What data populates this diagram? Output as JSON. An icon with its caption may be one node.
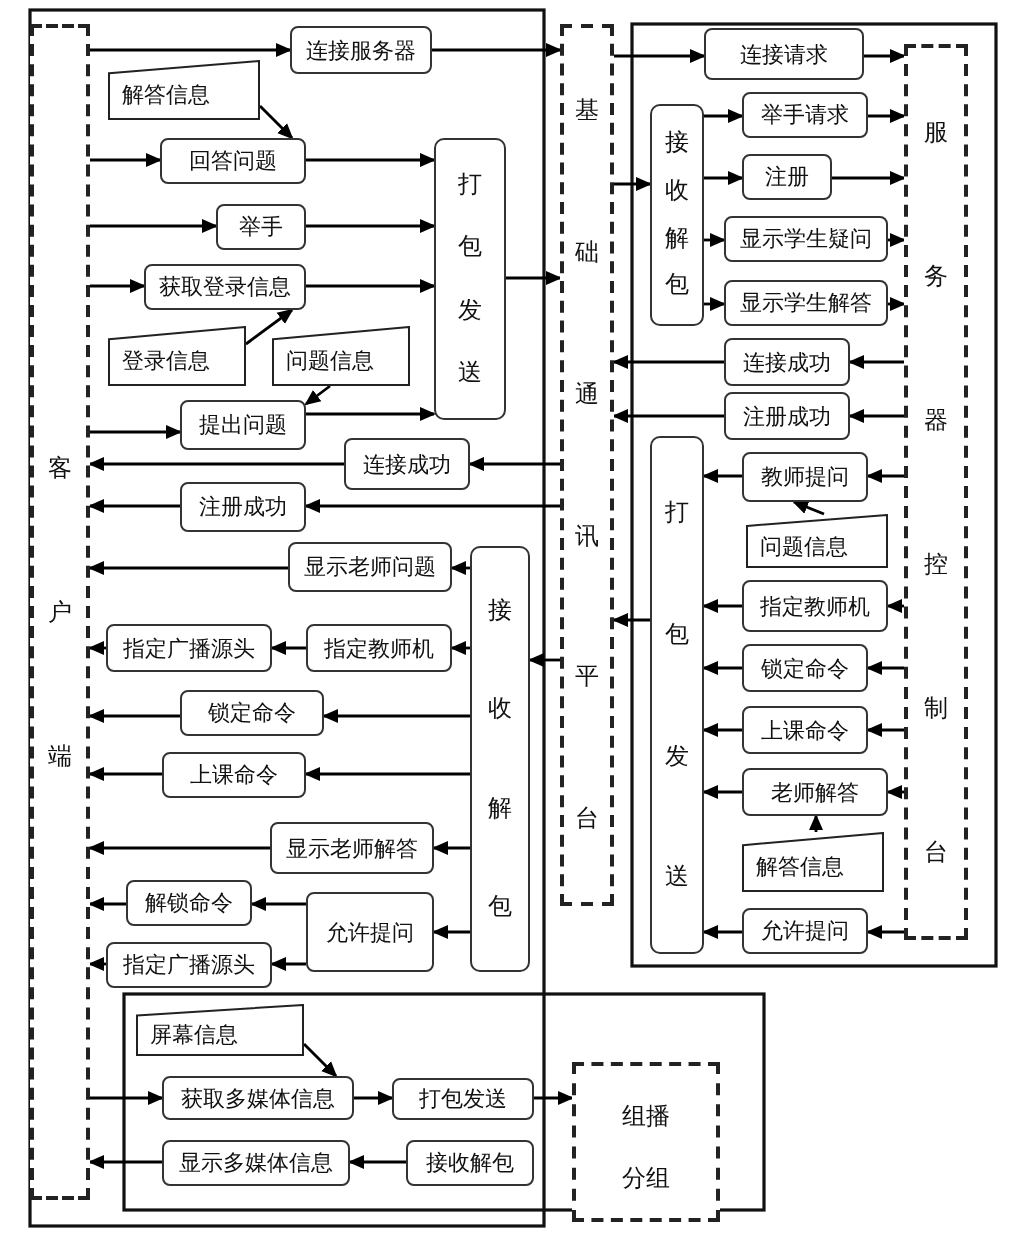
{
  "diagram": {
    "nodes": [
      {
        "text": [
          "客户端"
        ]
      },
      {
        "text": [
          "连接服务器"
        ]
      },
      {
        "text": [
          "解答信息"
        ]
      },
      {
        "text": [
          "回答问题"
        ]
      },
      {
        "text": [
          "举手"
        ]
      },
      {
        "text": [
          "获取登录信息"
        ]
      },
      {
        "text": [
          "登录信息"
        ]
      },
      {
        "text": [
          "问题信息"
        ]
      },
      {
        "text": [
          "提出问题"
        ]
      },
      {
        "text": [
          "打包发送"
        ]
      },
      {
        "text": [
          "连接成功"
        ]
      },
      {
        "text": [
          "注册成功"
        ]
      },
      {
        "text": [
          "显示老师问题"
        ]
      },
      {
        "text": [
          "指定广播源头"
        ]
      },
      {
        "text": [
          "指定教师机"
        ]
      },
      {
        "text": [
          "接收解包"
        ]
      },
      {
        "text": [
          "锁定命令"
        ]
      },
      {
        "text": [
          "上课命令"
        ]
      },
      {
        "text": [
          "显示老师解答"
        ]
      },
      {
        "text": [
          "解锁命令"
        ]
      },
      {
        "text": [
          "允许提问"
        ]
      },
      {
        "text": [
          "指定广播源头"
        ]
      },
      {
        "text": [
          "基础通讯平台"
        ]
      },
      {
        "text": [
          "连接请求"
        ]
      },
      {
        "text": [
          "接收解包"
        ]
      },
      {
        "text": [
          "举手请求"
        ]
      },
      {
        "text": [
          "注册"
        ]
      },
      {
        "text": [
          "显示学生疑问"
        ]
      },
      {
        "text": [
          "显示学生解答"
        ]
      },
      {
        "text": [
          "服务器控制台"
        ]
      },
      {
        "text": [
          "连接成功"
        ]
      },
      {
        "text": [
          "注册成功"
        ]
      },
      {
        "text": [
          "打包发送"
        ]
      },
      {
        "text": [
          "教师提问"
        ]
      },
      {
        "text": [
          "问题信息"
        ]
      },
      {
        "text": [
          "指定教师机"
        ]
      },
      {
        "text": [
          "锁定命令"
        ]
      },
      {
        "text": [
          "上课命令"
        ]
      },
      {
        "text": [
          "老师解答"
        ]
      },
      {
        "text": [
          "解答信息"
        ]
      },
      {
        "text": [
          "允许提问"
        ]
      },
      {
        "text": [
          "屏幕信息"
        ]
      },
      {
        "text": [
          "获取多媒体信息"
        ]
      },
      {
        "text": [
          "打包发送"
        ]
      },
      {
        "text": [
          "显示多媒体信息"
        ]
      },
      {
        "text": [
          "接收解包"
        ]
      },
      {
        "text": [
          "组播分组"
        ]
      }
    ],
    "edges": [
      {
        "from": 0,
        "to": 1,
        "arrow": "to"
      },
      {
        "from": 1,
        "to": 22,
        "arrow": "to"
      },
      {
        "from": 2,
        "to": 3,
        "arrow": "to"
      },
      {
        "from": 0,
        "to": 3,
        "arrow": "to"
      },
      {
        "from": 3,
        "to": 9,
        "arrow": "to"
      },
      {
        "from": 0,
        "to": 4,
        "arrow": "to"
      },
      {
        "from": 4,
        "to": 9,
        "arrow": "to"
      },
      {
        "from": 0,
        "to": 5,
        "arrow": "to"
      },
      {
        "from": 5,
        "to": 9,
        "arrow": "to"
      },
      {
        "from": 6,
        "to": 5,
        "arrow": "to"
      },
      {
        "from": 9,
        "to": 22,
        "arrow": "to"
      },
      {
        "from": 7,
        "to": 8,
        "arrow": "to"
      },
      {
        "from": 0,
        "to": 8,
        "arrow": "to"
      },
      {
        "from": 8,
        "to": 9,
        "arrow": "to"
      },
      {
        "from": 22,
        "to": 10,
        "arrow": "to"
      },
      {
        "from": 10,
        "to": 0,
        "arrow": "to"
      },
      {
        "from": 22,
        "to": 11,
        "arrow": "to"
      },
      {
        "from": 11,
        "to": 0,
        "arrow": "to"
      },
      {
        "from": 15,
        "to": 12,
        "arrow": "to"
      },
      {
        "from": 12,
        "to": 0,
        "arrow": "to"
      },
      {
        "from": 15,
        "to": 14,
        "arrow": "to"
      },
      {
        "from": 14,
        "to": 13,
        "arrow": "to"
      },
      {
        "from": 13,
        "to": 0,
        "arrow": "to"
      },
      {
        "from": 22,
        "to": 15,
        "arrow": "to"
      },
      {
        "from": 15,
        "to": 16,
        "arrow": "to"
      },
      {
        "from": 16,
        "to": 0,
        "arrow": "to"
      },
      {
        "from": 15,
        "to": 17,
        "arrow": "to"
      },
      {
        "from": 17,
        "to": 0,
        "arrow": "to"
      },
      {
        "from": 15,
        "to": 18,
        "arrow": "to"
      },
      {
        "from": 18,
        "to": 0,
        "arrow": "to"
      },
      {
        "from": 15,
        "to": 20,
        "arrow": "to"
      },
      {
        "from": 20,
        "to": 19,
        "arrow": "to"
      },
      {
        "from": 19,
        "to": 0,
        "arrow": "to"
      },
      {
        "from": 20,
        "to": 21,
        "arrow": "to"
      },
      {
        "from": 21,
        "to": 0,
        "arrow": "to"
      },
      {
        "from": 22,
        "to": 23,
        "arrow": "to"
      },
      {
        "from": 23,
        "to": 29,
        "arrow": "to"
      },
      {
        "from": 22,
        "to": 24,
        "arrow": "to"
      },
      {
        "from": 24,
        "to": 25,
        "arrow": "to"
      },
      {
        "from": 25,
        "to": 29,
        "arrow": "to"
      },
      {
        "from": 24,
        "to": 26,
        "arrow": "to"
      },
      {
        "from": 26,
        "to": 29,
        "arrow": "to"
      },
      {
        "from": 24,
        "to": 27,
        "arrow": "to"
      },
      {
        "from": 27,
        "to": 29,
        "arrow": "to"
      },
      {
        "from": 24,
        "to": 28,
        "arrow": "to"
      },
      {
        "from": 28,
        "to": 29,
        "arrow": "to"
      },
      {
        "from": 29,
        "to": 30,
        "arrow": "to"
      },
      {
        "from": 30,
        "to": 22,
        "arrow": "to"
      },
      {
        "from": 29,
        "to": 31,
        "arrow": "to"
      },
      {
        "from": 31,
        "to": 22,
        "arrow": "to"
      },
      {
        "from": 29,
        "to": 33,
        "arrow": "to"
      },
      {
        "from": 33,
        "to": 32,
        "arrow": "to"
      },
      {
        "from": 34,
        "to": 33,
        "arrow": "to"
      },
      {
        "from": 29,
        "to": 35,
        "arrow": "to"
      },
      {
        "from": 35,
        "to": 32,
        "arrow": "to"
      },
      {
        "from": 29,
        "to": 36,
        "arrow": "to"
      },
      {
        "from": 36,
        "to": 32,
        "arrow": "to"
      },
      {
        "from": 29,
        "to": 37,
        "arrow": "to"
      },
      {
        "from": 37,
        "to": 32,
        "arrow": "to"
      },
      {
        "from": 29,
        "to": 38,
        "arrow": "to"
      },
      {
        "from": 38,
        "to": 32,
        "arrow": "to"
      },
      {
        "from": 39,
        "to": 38,
        "arrow": "to"
      },
      {
        "from": 29,
        "to": 40,
        "arrow": "to"
      },
      {
        "from": 40,
        "to": 32,
        "arrow": "to"
      },
      {
        "from": 32,
        "to": 22,
        "arrow": "to"
      },
      {
        "from": 0,
        "to": 42,
        "arrow": "to"
      },
      {
        "from": 41,
        "to": 42,
        "arrow": "to"
      },
      {
        "from": 42,
        "to": 43,
        "arrow": "to"
      },
      {
        "from": 43,
        "to": 46,
        "arrow": "to"
      },
      {
        "from": 45,
        "to": 44,
        "arrow": "to"
      },
      {
        "from": 44,
        "to": 0,
        "arrow": "to"
      }
    ]
  }
}
